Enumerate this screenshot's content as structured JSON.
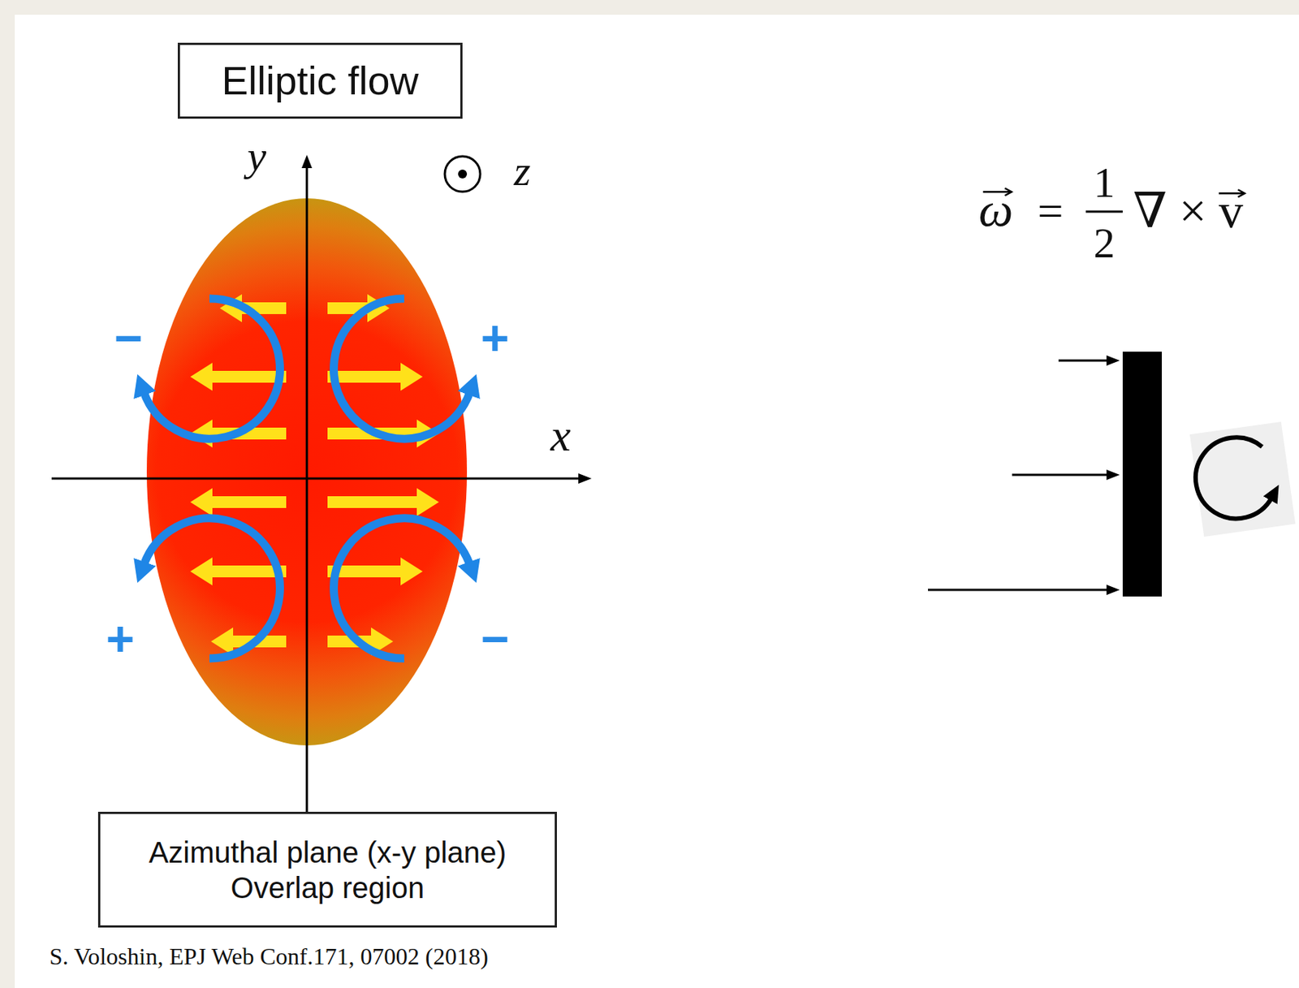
{
  "diagram": {
    "nodes": [
      {
        "text": [
          "Elliptic flow"
        ]
      },
      {
        "text": [
          "Azimuthal plane (x-y plane)",
          "Overlap region"
        ]
      }
    ],
    "labels": [
      "y",
      "z",
      "x",
      "−",
      "+",
      "+",
      "−",
      "S. Voloshin, EPJ Web Conf.171, 07002 (2018)",
      "ω",
      "=",
      "1",
      "2",
      "∇ × v"
    ]
  }
}
